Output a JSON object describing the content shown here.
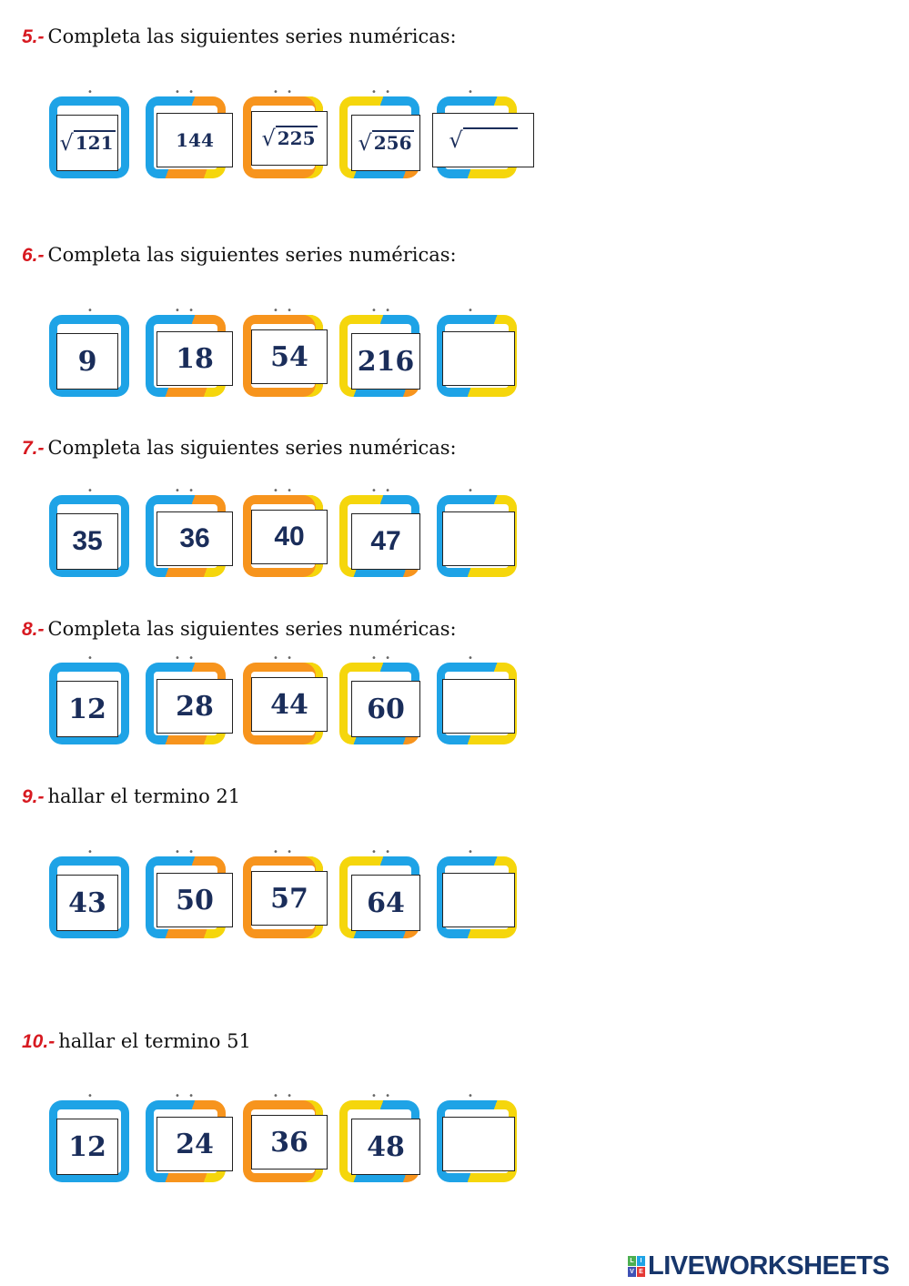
{
  "sections": [
    {
      "num": "5.-",
      "text": "Completa las siguientes series numéricas:",
      "style": "radical",
      "items": [
        {
          "radical": true,
          "value": "121"
        },
        {
          "radical": false,
          "value": "144"
        },
        {
          "radical": true,
          "value": "225"
        },
        {
          "radical": true,
          "value": "256"
        },
        {
          "radical": true,
          "value": ""
        }
      ]
    },
    {
      "num": "6.-",
      "text": "Completa las siguientes series numéricas:",
      "style": "serif",
      "items": [
        {
          "value": "9"
        },
        {
          "value": "18"
        },
        {
          "value": "54"
        },
        {
          "value": "216"
        },
        {
          "value": ""
        }
      ]
    },
    {
      "num": "7.-",
      "text": "Completa las siguientes series numéricas:",
      "style": "sans",
      "items": [
        {
          "value": "35"
        },
        {
          "value": "36"
        },
        {
          "value": "40"
        },
        {
          "value": "47"
        },
        {
          "value": ""
        }
      ]
    },
    {
      "num": "8.-",
      "text": "Completa las siguientes series numéricas:",
      "style": "serif",
      "items": [
        {
          "value": "12"
        },
        {
          "value": "28"
        },
        {
          "value": "44"
        },
        {
          "value": "60"
        },
        {
          "value": ""
        }
      ]
    },
    {
      "num": "9.-",
      "text": "hallar el termino 21",
      "style": "serif",
      "items": [
        {
          "value": "43"
        },
        {
          "value": "50"
        },
        {
          "value": "57"
        },
        {
          "value": "64"
        },
        {
          "value": ""
        }
      ]
    },
    {
      "num": "10.-",
      "text": "hallar el termino 51",
      "style": "serif",
      "items": [
        {
          "value": "12"
        },
        {
          "value": "24"
        },
        {
          "value": "36"
        },
        {
          "value": "48"
        },
        {
          "value": ""
        }
      ]
    }
  ],
  "logo": {
    "text": "LIVEWORKSHEETS",
    "mark": [
      "L",
      "I",
      "V",
      "E"
    ],
    "colors": [
      "#4caf50",
      "#1ea3e6",
      "#3f51b5",
      "#e53935"
    ]
  }
}
